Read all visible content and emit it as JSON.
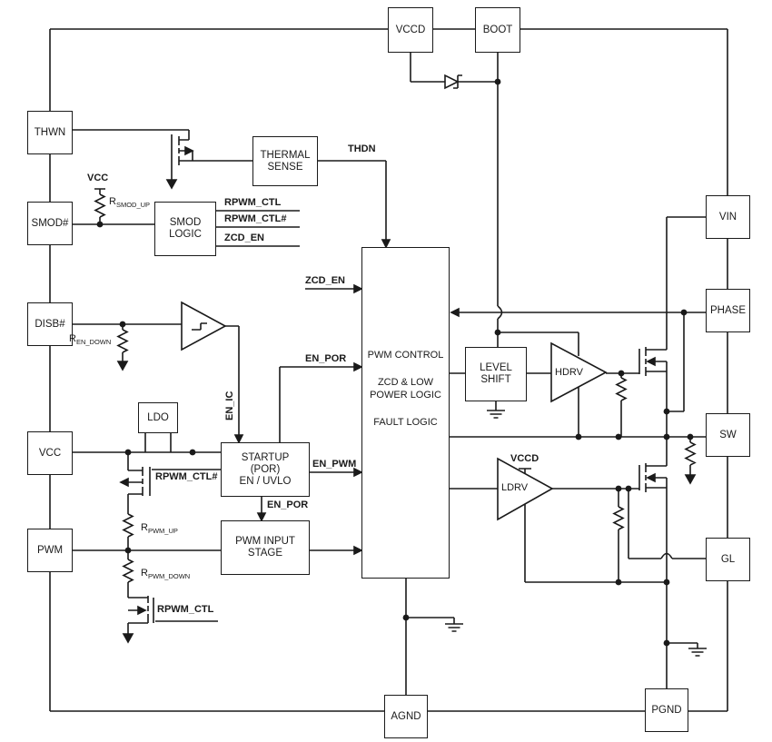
{
  "pins": {
    "vccd": "VCCD",
    "boot": "BOOT",
    "thwn": "THWN",
    "smod": "SMOD#",
    "disb": "DISB#",
    "vcc": "VCC",
    "pwm": "PWM",
    "vin": "VIN",
    "phase": "PHASE",
    "sw": "SW",
    "gl": "GL",
    "agnd": "AGND",
    "pgnd": "PGND"
  },
  "blocks": {
    "thermal_sense": {
      "line1": "THERMAL",
      "line2": "SENSE"
    },
    "smod_logic": {
      "line1": "SMOD",
      "line2": "LOGIC"
    },
    "ldo": "LDO",
    "startup": {
      "line1": "STARTUP",
      "line2": "(POR)",
      "line3": "EN / UVLO"
    },
    "pwm_input": {
      "line1": "PWM INPUT",
      "line2": "STAGE"
    },
    "level_shift": {
      "line1": "LEVEL",
      "line2": "SHIFT"
    },
    "core": {
      "line1": "PWM CONTROL",
      "line2": "ZCD & LOW",
      "line3": "POWER LOGIC",
      "line4": "FAULT LOGIC"
    },
    "hdrv": "HDRV",
    "ldrv": "LDRV"
  },
  "signals": {
    "thdn": "THDN",
    "rpwm_ctl": "RPWM_CTL",
    "rpwm_ctl_n": "RPWM_CTL#",
    "zcd_en": "ZCD_EN",
    "en_por": "EN_POR",
    "en_pwm": "EN_PWM",
    "en_ic": "EN_IC",
    "vcc": "VCC",
    "vccd": "VCCD"
  },
  "resistors": {
    "smod_up": {
      "prefix": "R",
      "sub": "SMOD_UP"
    },
    "en_down": {
      "prefix": "R",
      "sub": "EN_DOWN"
    },
    "pwm_up": {
      "prefix": "R",
      "sub": "PWM_UP"
    },
    "pwm_down": {
      "prefix": "R",
      "sub": "PWM_DOWN"
    }
  },
  "colors": {
    "line": "#1a1a1a",
    "background": "#ffffff"
  }
}
